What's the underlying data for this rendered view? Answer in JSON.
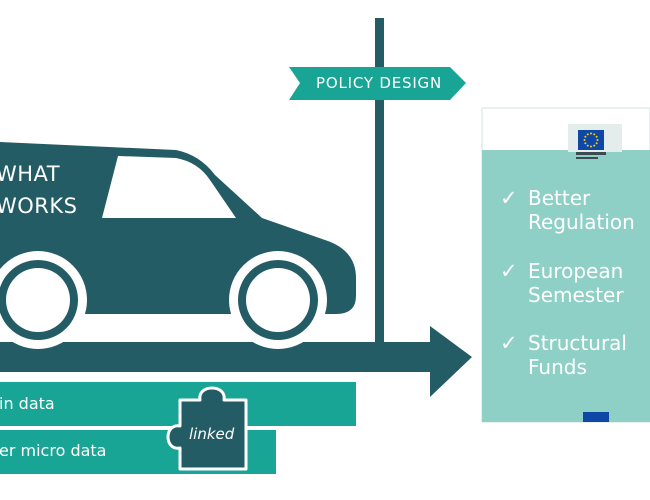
{
  "colors": {
    "dark_teal": "#245c66",
    "medium_teal": "#18a595",
    "light_teal": "#8fd0c6",
    "eu_blue": "#0e47a6",
    "eu_yellow": "#ffcc00",
    "white": "#ffffff"
  },
  "car": {
    "text_line1": "WHAT",
    "text_line2": "WORKS"
  },
  "signpost": {
    "label": "POLICY DESIGN"
  },
  "card": {
    "logo_icon": "european-commission-logo",
    "items": [
      {
        "line1": "Better",
        "line2": "Regulation"
      },
      {
        "line1": "European",
        "line2": "Semester"
      },
      {
        "line1": "Structural",
        "line2": "Funds"
      }
    ],
    "check_symbol": "✓"
  },
  "bars": {
    "top_label": "in data",
    "bottom_label": "er micro data",
    "puzzle_label": "linked"
  }
}
